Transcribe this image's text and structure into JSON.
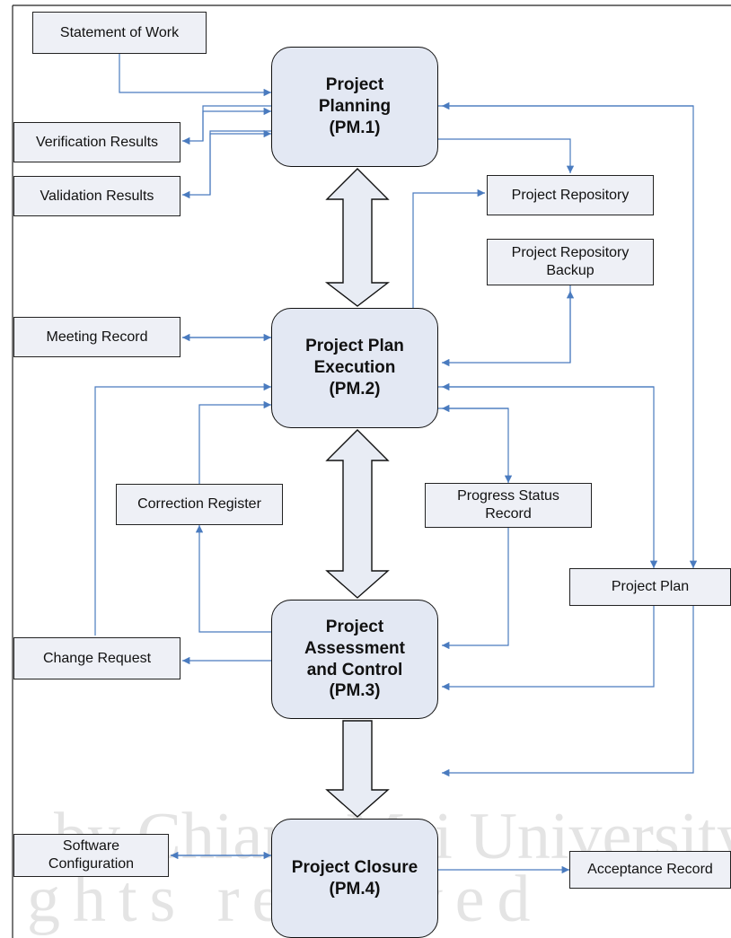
{
  "diagram": {
    "processes": {
      "pm1": "Project\nPlanning\n(PM.1)",
      "pm2": "Project Plan\nExecution\n(PM.2)",
      "pm3": "Project\nAssessment\nand Control\n(PM.3)",
      "pm4": "Project Closure\n(PM.4)"
    },
    "artifacts": {
      "statement_of_work": "Statement of Work",
      "verification_results": "Verification Results",
      "validation_results": "Validation Results",
      "project_repository": "Project Repository",
      "project_repository_backup": "Project Repository\nBackup",
      "meeting_record": "Meeting Record",
      "correction_register": "Correction Register",
      "progress_status_record": "Progress Status\nRecord",
      "project_plan": "Project Plan",
      "change_request": "Change Request",
      "software_configuration": "Software\nConfiguration",
      "acceptance_record": "Acceptance Record"
    },
    "colors": {
      "connector": "#4a7bbf",
      "process_fill": "#e3e8f3",
      "artifact_fill": "#eef0f6",
      "big_arrow_fill": "#e8ecf4"
    }
  },
  "watermark": {
    "line1": "by Chiang Mai University",
    "line2": "ghts reserved"
  }
}
